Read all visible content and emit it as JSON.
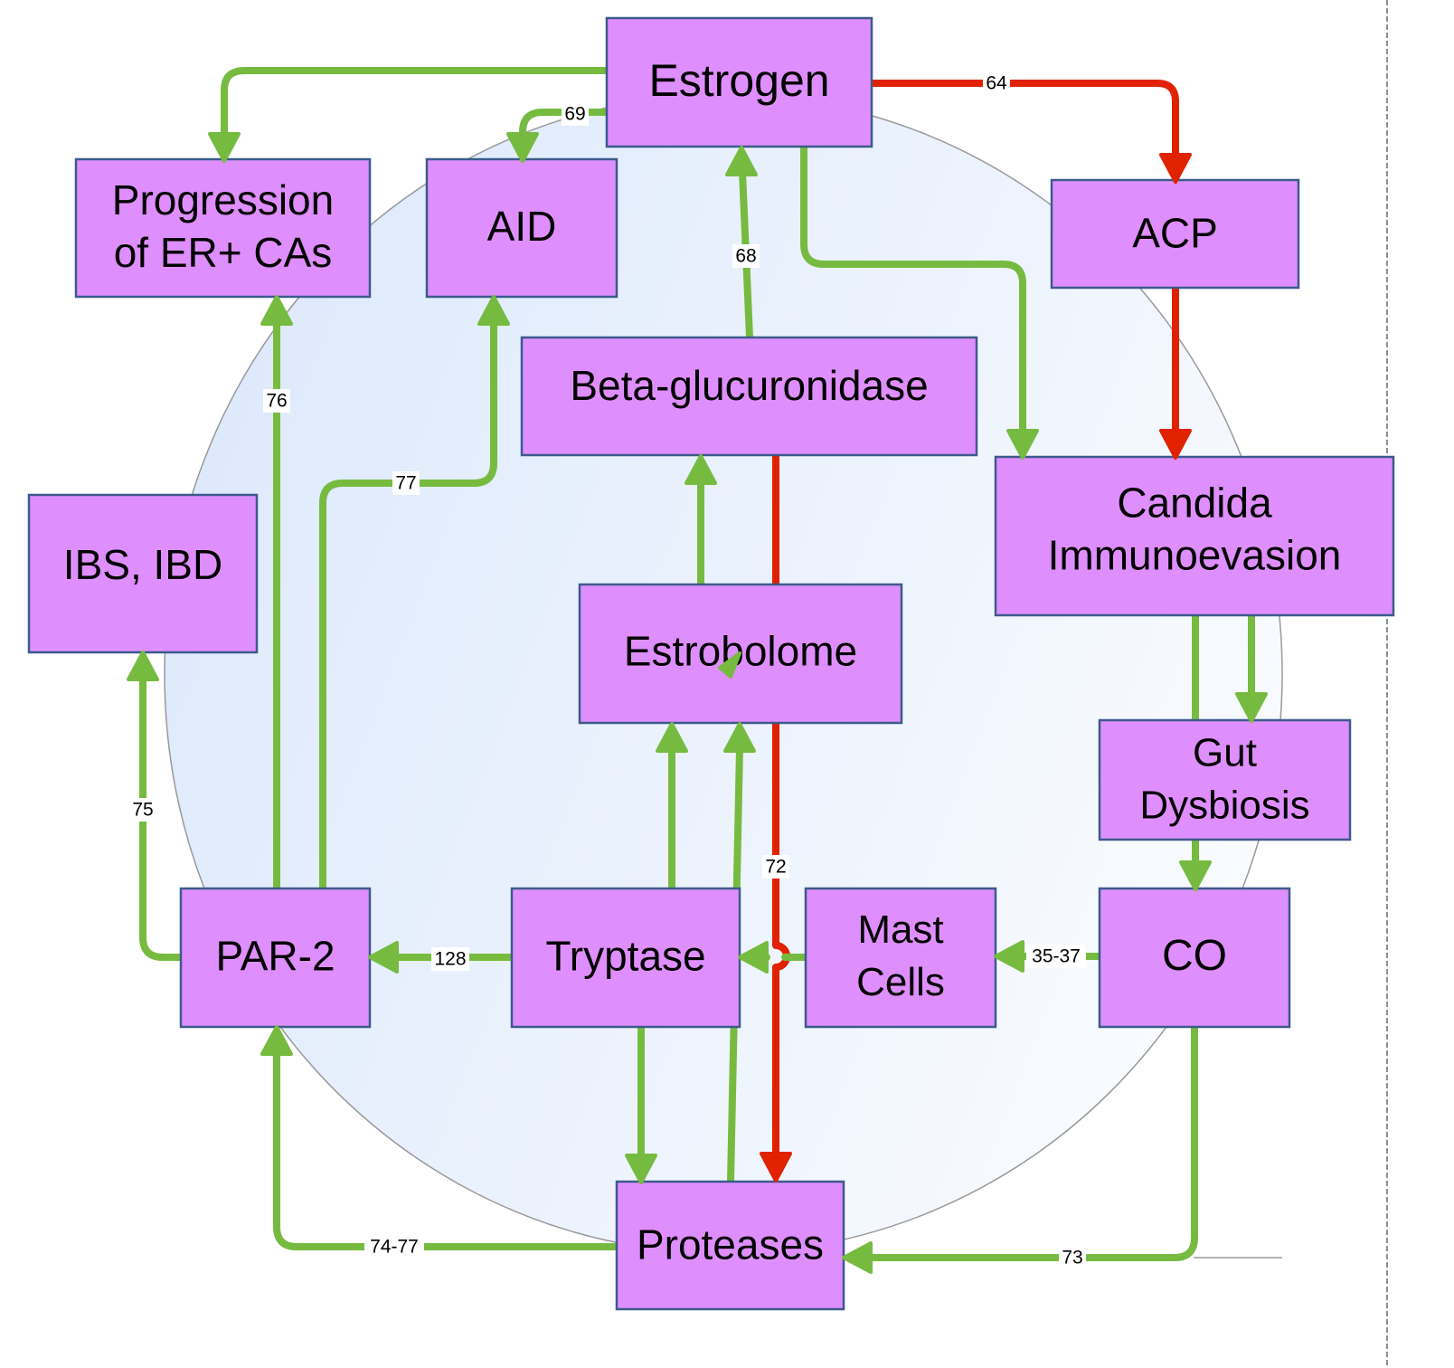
{
  "colors": {
    "node_fill": "#df8ffd",
    "node_stroke": "#3c5a8c",
    "activating": "#76bb40",
    "inhibiting": "#e12200",
    "background_circle_stroke": "#999999",
    "page_divider": "#8a8f98"
  },
  "nodes": [
    {
      "id": "estrogen",
      "lines": [
        "Estrogen"
      ]
    },
    {
      "id": "progression",
      "lines": [
        "Progression",
        "of ER+ CAs"
      ]
    },
    {
      "id": "aid",
      "lines": [
        "AID"
      ]
    },
    {
      "id": "acp",
      "lines": [
        "ACP"
      ]
    },
    {
      "id": "beta",
      "lines": [
        "Beta-glucuronidase"
      ]
    },
    {
      "id": "candida",
      "lines": [
        "Candida",
        "Immunoevasion"
      ]
    },
    {
      "id": "ibs",
      "lines": [
        "IBS, IBD"
      ]
    },
    {
      "id": "estrobolome",
      "lines": [
        "Estrobolome"
      ]
    },
    {
      "id": "gut",
      "lines": [
        "Gut",
        "Dysbiosis"
      ]
    },
    {
      "id": "par2",
      "lines": [
        "PAR-2"
      ]
    },
    {
      "id": "tryptase",
      "lines": [
        "Tryptase"
      ]
    },
    {
      "id": "mast",
      "lines": [
        "Mast",
        "Cells"
      ]
    },
    {
      "id": "co",
      "lines": [
        "CO"
      ]
    },
    {
      "id": "proteases",
      "lines": [
        "Proteases"
      ]
    }
  ],
  "edges": [
    {
      "id": "estrogen-progression",
      "from": "Estrogen",
      "to": "Progression of ER+ CAs",
      "type": "activating",
      "label": ""
    },
    {
      "id": "estrogen-aid",
      "from": "Estrogen",
      "to": "AID",
      "type": "activating",
      "label": "69"
    },
    {
      "id": "estrogen-acp",
      "from": "Estrogen",
      "to": "ACP",
      "type": "inhibiting",
      "label": "64"
    },
    {
      "id": "estrogen-candida",
      "from": "Estrogen",
      "to": "Candida Immunoevasion",
      "type": "activating",
      "label": ""
    },
    {
      "id": "acp-candida",
      "from": "ACP",
      "to": "Candida Immunoevasion",
      "type": "inhibiting",
      "label": ""
    },
    {
      "id": "beta-estrogen",
      "from": "Beta-glucuronidase",
      "to": "Estrogen",
      "type": "activating",
      "label": "68"
    },
    {
      "id": "estrobolome-beta",
      "from": "Estrobolome",
      "to": "Beta-glucuronidase",
      "type": "activating",
      "label": ""
    },
    {
      "id": "beta-proteases",
      "from": "Beta-glucuronidase",
      "to": "Proteases",
      "type": "inhibiting",
      "label": "72"
    },
    {
      "id": "candida-gut",
      "from": "Candida Immunoevasion",
      "to": "Gut Dysbiosis",
      "type": "activating",
      "label": ""
    },
    {
      "id": "candida-co",
      "from": "Candida Immunoevasion",
      "to": "CO",
      "type": "activating",
      "label": ""
    },
    {
      "id": "co-mast",
      "from": "CO",
      "to": "Mast Cells",
      "type": "activating",
      "label": "35-37"
    },
    {
      "id": "mast-tryptase",
      "from": "Mast Cells",
      "to": "Tryptase",
      "type": "activating",
      "label": ""
    },
    {
      "id": "tryptase-par2",
      "from": "Tryptase",
      "to": "PAR-2",
      "type": "activating",
      "label": "128"
    },
    {
      "id": "tryptase-estrobolome",
      "from": "Tryptase",
      "to": "Estrobolome",
      "type": "activating",
      "label": ""
    },
    {
      "id": "tryptase-proteases",
      "from": "Tryptase",
      "to": "Proteases",
      "type": "activating",
      "label": ""
    },
    {
      "id": "proteases-estrobolome",
      "from": "Proteases",
      "to": "Estrobolome",
      "type": "activating",
      "label": ""
    },
    {
      "id": "co-proteases",
      "from": "CO",
      "to": "Proteases",
      "type": "activating",
      "label": "73"
    },
    {
      "id": "proteases-par2",
      "from": "Proteases",
      "to": "PAR-2",
      "type": "activating",
      "label": "74-77"
    },
    {
      "id": "par2-ibs",
      "from": "PAR-2",
      "to": "IBS, IBD",
      "type": "activating",
      "label": "75"
    },
    {
      "id": "par2-progression",
      "from": "PAR-2",
      "to": "Progression of ER+ CAs",
      "type": "activating",
      "label": "76"
    },
    {
      "id": "par2-aid",
      "from": "PAR-2",
      "to": "AID",
      "type": "activating",
      "label": "77"
    }
  ]
}
